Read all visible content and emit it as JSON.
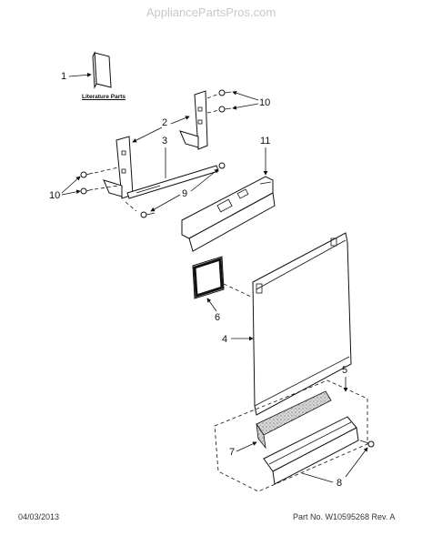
{
  "header": {
    "watermark": "AppliancePartsPros.com"
  },
  "literature": {
    "label": "Literature Parts"
  },
  "callouts": {
    "c1": "1",
    "c2": "2",
    "c3": "3",
    "c4": "4",
    "c5": "5",
    "c6": "6",
    "c7": "7",
    "c8": "8",
    "c9": "9",
    "c10_top": "10",
    "c10_left": "10",
    "c11": "11"
  },
  "footer": {
    "date": "04/03/2013",
    "part_info": "Part No. W10595268  Rev. A"
  }
}
